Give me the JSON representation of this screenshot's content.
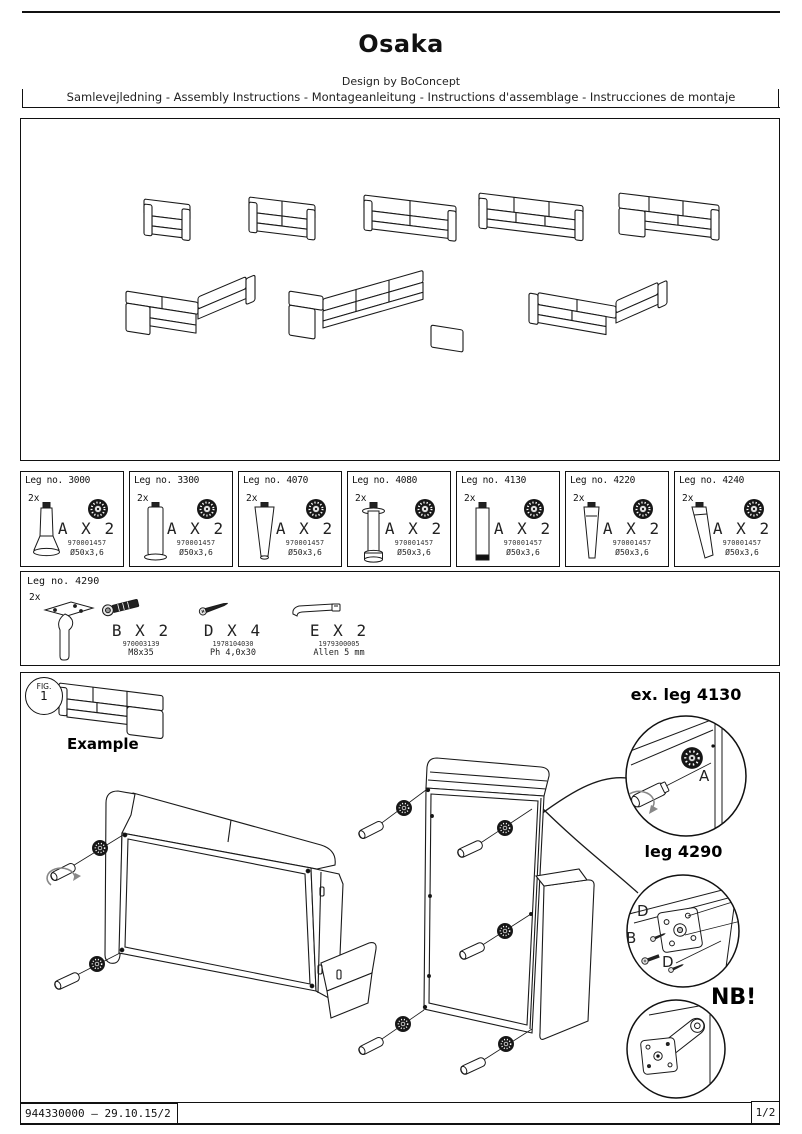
{
  "header": {
    "title": "Osaka",
    "design_by": "Design by BoConcept",
    "subtitle": "Samlevejledning - Assembly Instructions - Montageanleitung - Instructions d'assemblage - Instrucciones de montaje"
  },
  "leg_boxes": [
    {
      "label": "Leg no. 3000",
      "qty": "2x",
      "part": "A X 2",
      "part_no": "970001457",
      "size": "Ø50x3,6"
    },
    {
      "label": "Leg no. 3300",
      "qty": "2x",
      "part": "A X 2",
      "part_no": "970001457",
      "size": "Ø50x3,6"
    },
    {
      "label": "Leg no. 4070",
      "qty": "2x",
      "part": "A X 2",
      "part_no": "970001457",
      "size": "Ø50x3,6"
    },
    {
      "label": "Leg no. 4080",
      "qty": "2x",
      "part": "A X 2",
      "part_no": "970001457",
      "size": "Ø50x3,6"
    },
    {
      "label": "Leg no. 4130",
      "qty": "2x",
      "part": "A X 2",
      "part_no": "970001457",
      "size": "Ø50x3,6"
    },
    {
      "label": "Leg no. 4220",
      "qty": "2x",
      "part": "A X 2",
      "part_no": "970001457",
      "size": "Ø50x3,6"
    },
    {
      "label": "Leg no. 4240",
      "qty": "2x",
      "part": "A X 2",
      "part_no": "970001457",
      "size": "Ø50x3,6"
    }
  ],
  "leg4290": {
    "label": "Leg no. 4290",
    "qty": "2x",
    "items": [
      {
        "part": "B X 2",
        "part_no": "970003139",
        "size": "M8x35"
      },
      {
        "part": "D X 4",
        "part_no": "1978104030",
        "size": "Ph 4,0x30"
      },
      {
        "part": "E X 2",
        "part_no": "1979300005",
        "size": "Allen 5 mm"
      }
    ]
  },
  "figure": {
    "fig_label": "FIG.",
    "fig_number": "1",
    "example": "Example",
    "callout_a_title": "ex. leg 4130",
    "callout_b_title": "leg 4290",
    "nb": "NB!",
    "letter_a": "A",
    "letter_d1": "D",
    "letter_b": "B",
    "letter_d2": "D"
  },
  "footer": {
    "doc_no": "944330000  –  29.10.15/2",
    "page": "1/2"
  }
}
